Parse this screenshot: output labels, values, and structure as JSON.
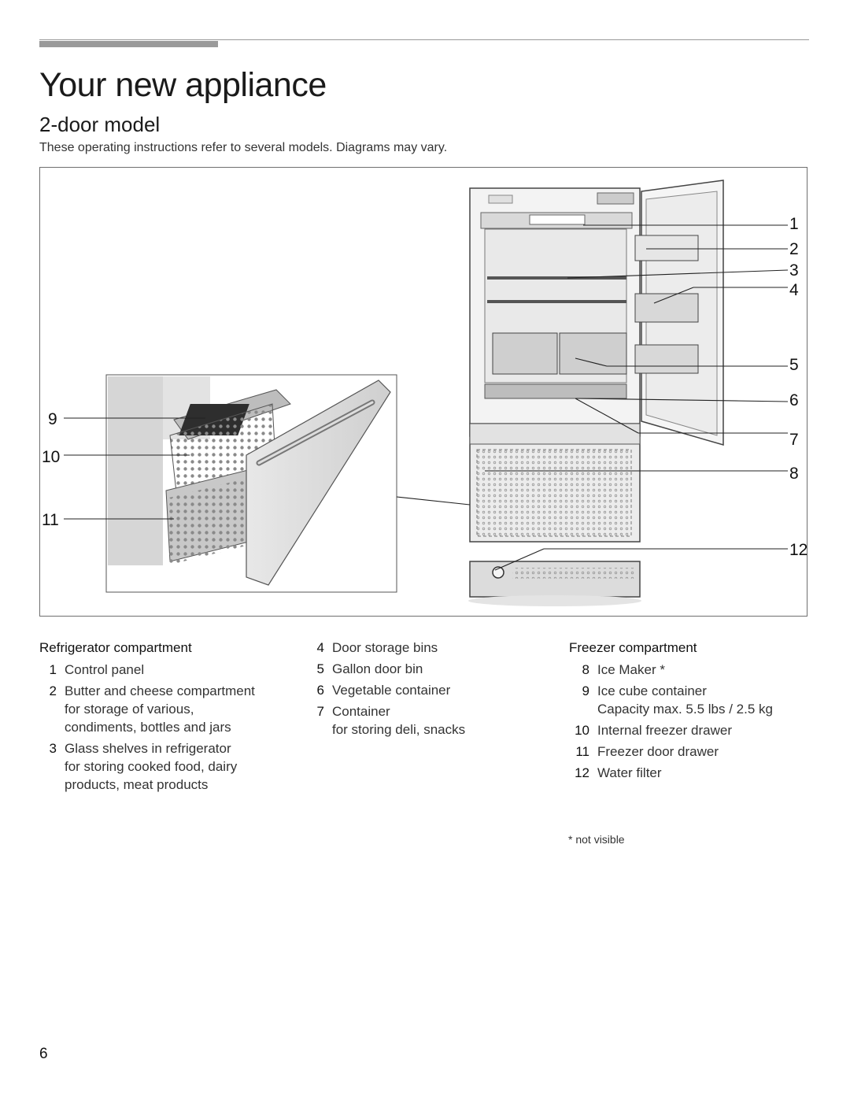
{
  "header": {
    "title": "Your new appliance",
    "subtitle": "2-door model",
    "intro": "These operating instructions refer to several models. Diagrams may vary."
  },
  "figure": {
    "callouts": [
      "1",
      "2",
      "3",
      "4",
      "5",
      "6",
      "7",
      "8",
      "9",
      "10",
      "11",
      "12"
    ]
  },
  "refrigerator": {
    "title": "Refrigerator compartment",
    "items": [
      {
        "num": "1",
        "lines": [
          "Control panel"
        ]
      },
      {
        "num": "2",
        "lines": [
          "Butter and cheese compartment",
          "for storage of various,",
          "condiments,  bottles and jars"
        ]
      },
      {
        "num": "3",
        "lines": [
          "Glass shelves in refrigerator",
          "for storing cooked food, dairy",
          "products, meat products"
        ]
      }
    ]
  },
  "middle": {
    "items": [
      {
        "num": "4",
        "lines": [
          "Door storage bins"
        ]
      },
      {
        "num": "5",
        "lines": [
          "Gallon door bin"
        ]
      },
      {
        "num": "6",
        "lines": [
          "Vegetable container"
        ]
      },
      {
        "num": "7",
        "lines": [
          "Container",
          "for storing deli, snacks"
        ]
      }
    ]
  },
  "freezer": {
    "title": "Freezer compartment",
    "items": [
      {
        "num": "8",
        "lines": [
          "Ice Maker *"
        ]
      },
      {
        "num": "9",
        "lines": [
          "Ice cube container",
          "Capacity max. 5.5 lbs / 2.5 kg"
        ]
      },
      {
        "num": "10",
        "lines": [
          "Internal freezer drawer"
        ]
      },
      {
        "num": "11",
        "lines": [
          "Freezer door drawer"
        ]
      },
      {
        "num": "12",
        "lines": [
          "Water filter"
        ]
      }
    ]
  },
  "footnote": "* not visible",
  "page_number": "6"
}
